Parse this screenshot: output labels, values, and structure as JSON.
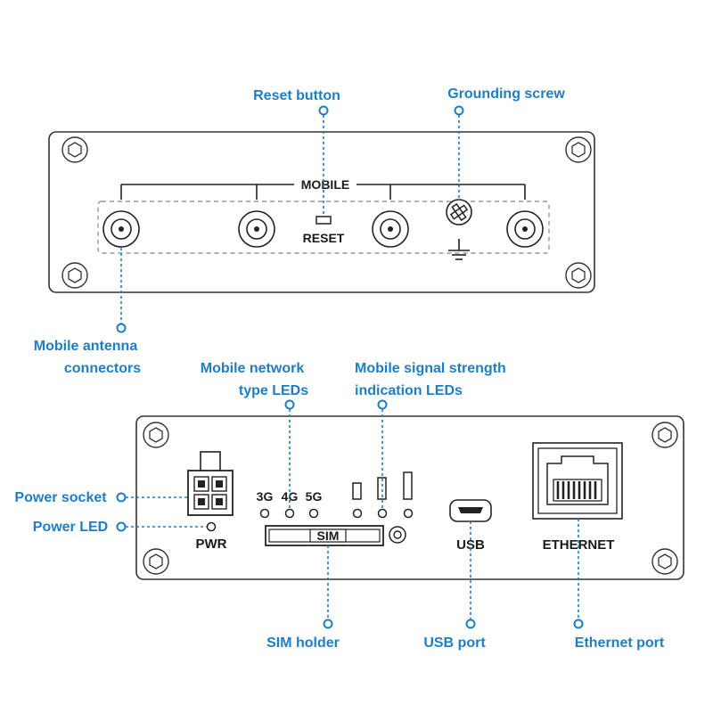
{
  "callouts": {
    "reset_button": "Reset button",
    "grounding_screw": "Grounding screw",
    "mobile_antenna_line1": "Mobile antenna",
    "mobile_antenna_line2": "connectors",
    "network_type_line1": "Mobile network",
    "network_type_line2": "type LEDs",
    "signal_strength_line1": "Mobile signal strength",
    "signal_strength_line2": "indication LEDs",
    "power_socket": "Power socket",
    "power_led": "Power LED",
    "sim_holder": "SIM holder",
    "usb_port": "USB port",
    "ethernet_port": "Ethernet port"
  },
  "top_panel": {
    "mobile_label": "MOBILE",
    "reset_label": "RESET"
  },
  "bottom_panel": {
    "led_3g": "3G",
    "led_4g": "4G",
    "led_5g": "5G",
    "sim_label": "SIM",
    "pwr_label": "PWR",
    "usb_label": "USB",
    "ethernet_label": "ETHERNET"
  },
  "colors": {
    "callout": "#1f7ec3",
    "outline": "#222222"
  }
}
